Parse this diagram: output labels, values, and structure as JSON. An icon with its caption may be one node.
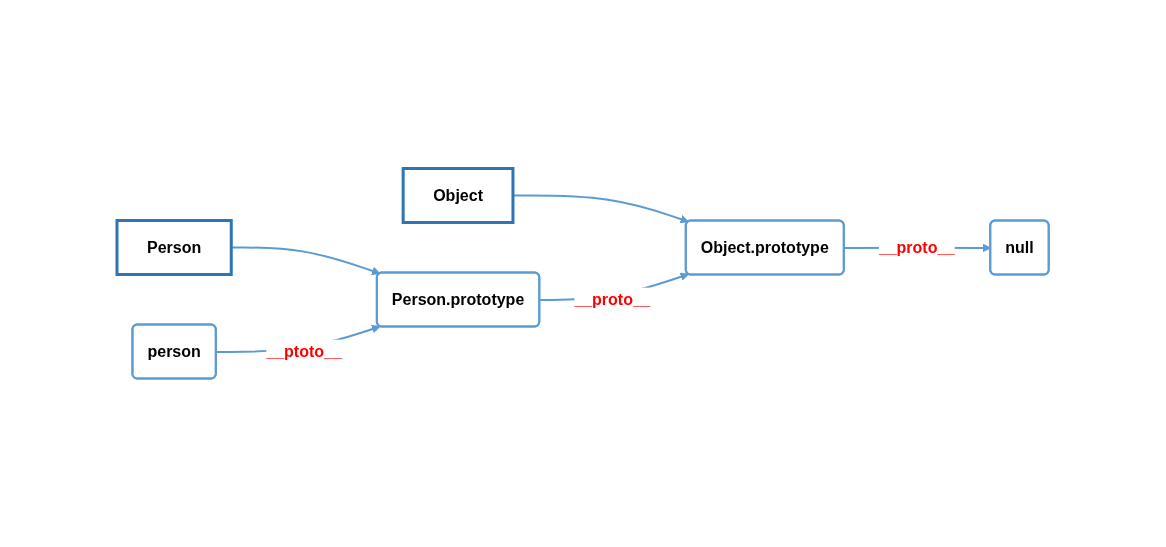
{
  "diagram": {
    "nodes": [
      {
        "text": [
          "null"
        ]
      },
      {
        "text": [
          "Object"
        ]
      },
      {
        "text": [
          "Object.prototype"
        ]
      },
      {
        "text": [
          "Person"
        ]
      },
      {
        "text": [
          "Person.prototype"
        ]
      },
      {
        "text": [
          "person"
        ]
      }
    ],
    "edges": [
      {
        "from": 1,
        "to": 2,
        "arrow": "to"
      },
      {
        "from": 2,
        "to": 0,
        "arrow": "to",
        "label": "__proto__"
      },
      {
        "from": 3,
        "to": 4,
        "arrow": "to"
      },
      {
        "from": 4,
        "to": 2,
        "arrow": "to",
        "label": "__proto__"
      },
      {
        "from": 5,
        "to": 4,
        "arrow": "to",
        "label": "__ptoto__"
      }
    ]
  }
}
